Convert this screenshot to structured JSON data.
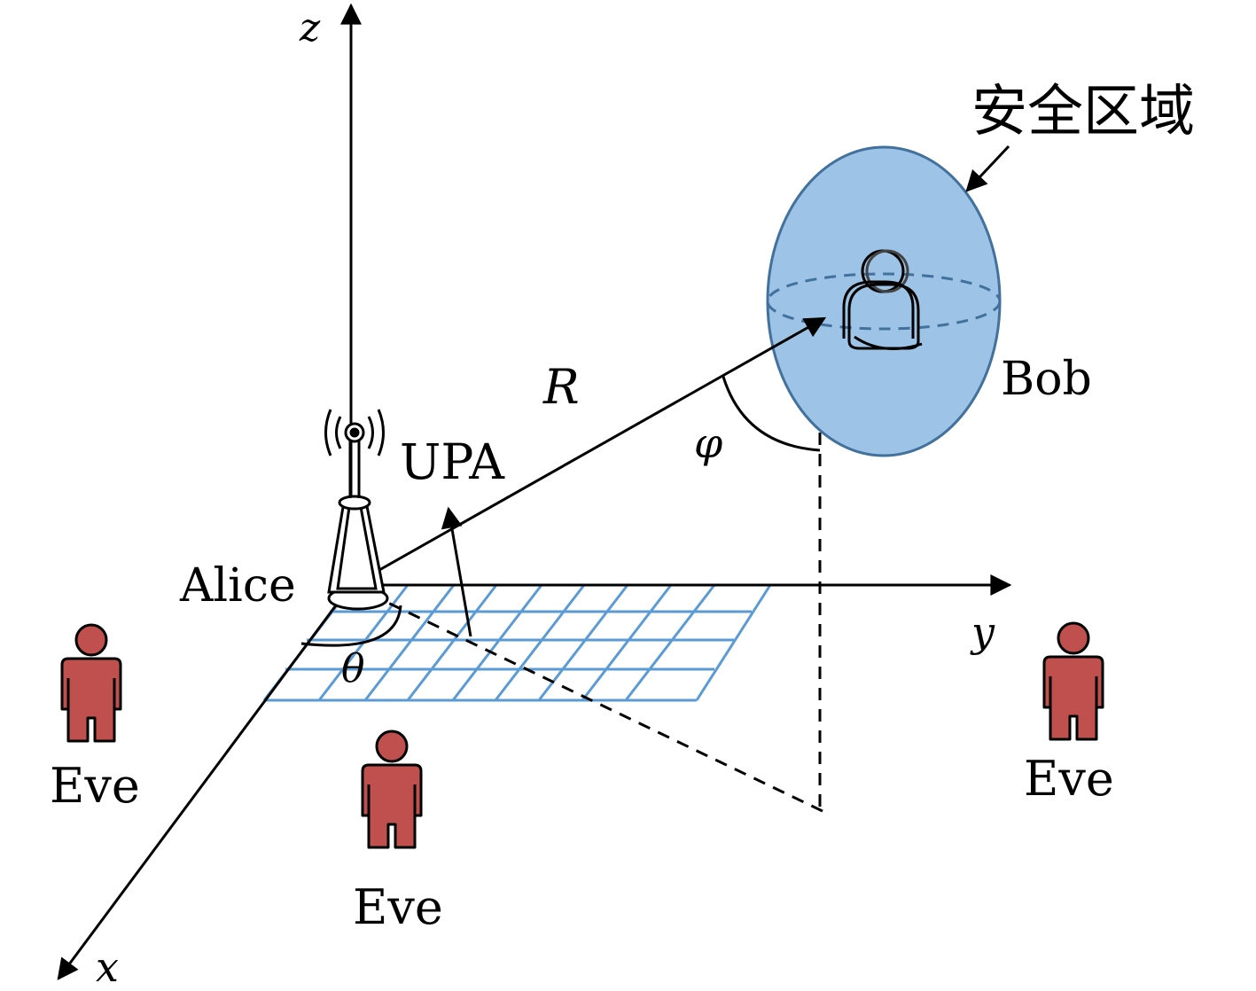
{
  "labels": {
    "z_axis": "z",
    "y_axis": "y",
    "x_axis": "x",
    "secure_region": "安全区域",
    "bob": "Bob",
    "alice": "Alice",
    "upa": "UPA",
    "range": "R",
    "elevation_angle": "φ",
    "azimuth_angle": "θ",
    "eve_1": "Eve",
    "eve_2": "Eve",
    "eve_3": "Eve"
  },
  "colors": {
    "region_fill": "#9dc3e6",
    "region_stroke": "#41719c",
    "grid": "#5b9bd5",
    "eve": "#c0504d",
    "ink": "#000000"
  },
  "icons": {
    "base_station": "antenna-tower-icon",
    "bob": "user-silhouette-icon",
    "eve": "person-icon"
  }
}
